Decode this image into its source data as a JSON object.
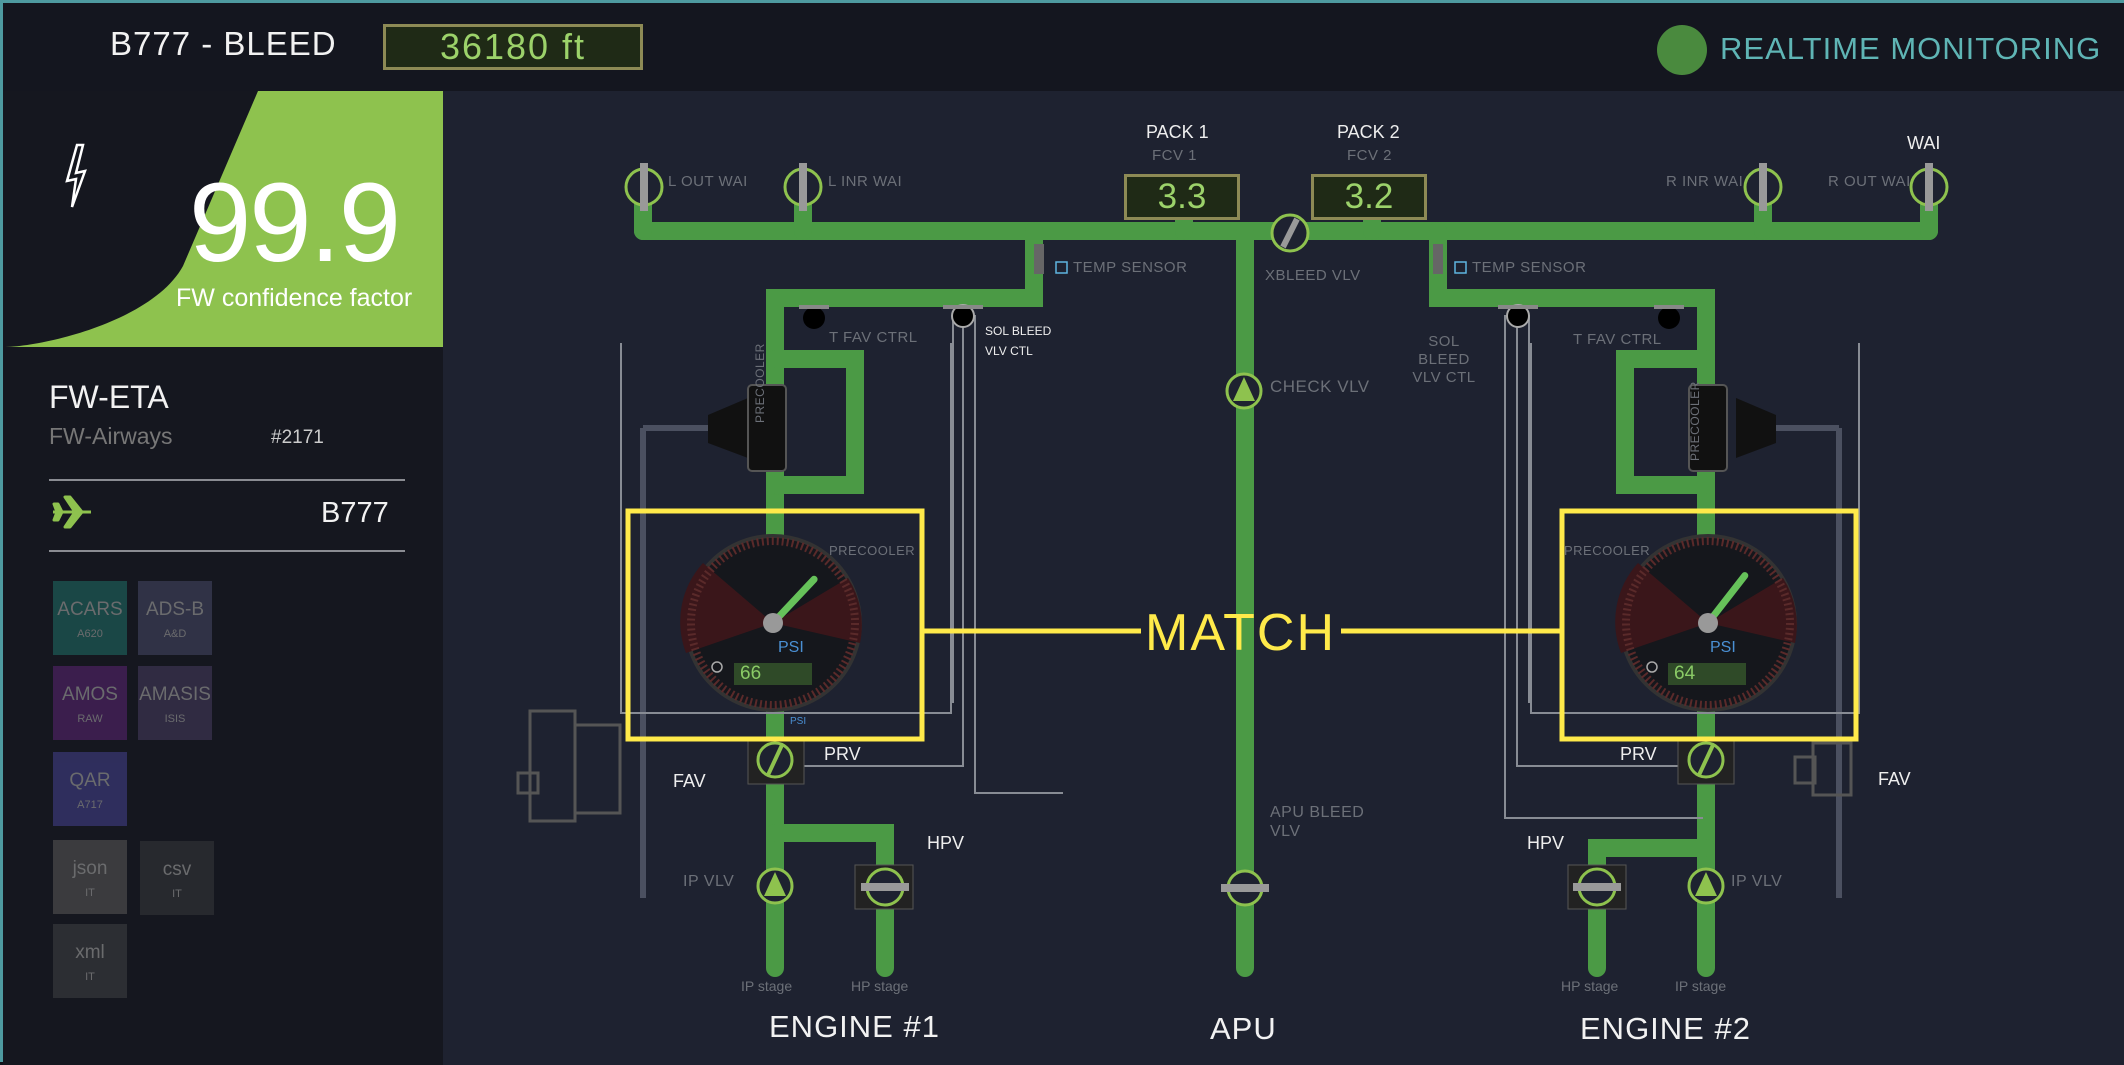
{
  "header": {
    "title": "B777 - BLEED",
    "altitude": "36180 ft",
    "monitoring_label": "REALTIME MONITORING"
  },
  "sidebar": {
    "confidence_value": "99.9",
    "confidence_label": "FW confidence factor",
    "registration": "FW-ETA",
    "airline": "FW-Airways",
    "flight_number": "#2171",
    "aircraft_type": "B777",
    "sources": [
      {
        "label": "ACARS",
        "sub": "A620",
        "color": "#1d5a55"
      },
      {
        "label": "ADS-B",
        "sub": "A&D",
        "color": "#3b3d55"
      },
      {
        "label": "AMOS",
        "sub": "RAW",
        "color": "#4a2260"
      },
      {
        "label": "AMASIS",
        "sub": "ISIS",
        "color": "#3b3350"
      },
      {
        "label": "QAR",
        "sub": "A717",
        "color": "#3a3875"
      },
      {
        "label": "json",
        "sub": "IT",
        "color": "#4a4a4a"
      },
      {
        "label": "csv",
        "sub": "IT",
        "color": "#2f3135"
      },
      {
        "label": "xml",
        "sub": "IT",
        "color": "#36383c"
      }
    ]
  },
  "diagram": {
    "pack1": "PACK 1",
    "pack2": "PACK 2",
    "fcv1_label": "FCV 1",
    "fcv2_label": "FCV 2",
    "fcv1_value": "3.3",
    "fcv2_value": "3.2",
    "wai": "WAI",
    "l_out_wai": "L OUT WAI",
    "l_inr_wai": "L INR WAI",
    "r_inr_wai": "R INR WAI",
    "r_out_wai": "R OUT WAI",
    "temp_sensor_l": "TEMP SENSOR",
    "temp_sensor_r": "TEMP SENSOR",
    "xbleed_vlv": "XBLEED VLV",
    "t_fav_ctrl_l": "T FAV CTRL",
    "t_fav_ctrl_r": "T FAV CTRL",
    "sol_bleed_l": "SOL BLEED VLV CTL",
    "sol_bleed_r": "SOL BLEED VLV CTL",
    "check_vlv": "CHECK VLV",
    "apu_bleed_vlv": "APU BLEED VLV",
    "precooler": "PRECOOLER",
    "precooler_gauge_l": "PRECOOLER",
    "precooler_gauge_r": "PRECOOLER",
    "psi_unit": "PSI",
    "psi_small": "PSI",
    "engine1_psi": "66",
    "engine2_psi": "64",
    "engine1_psi_level": 0.66,
    "engine2_psi_level": 0.64,
    "prv_l": "PRV",
    "prv_r": "PRV",
    "fav_l": "FAV",
    "fav_r": "FAV",
    "hpv_l": "HPV",
    "hpv_r": "HPV",
    "ip_vlv_l": "IP VLV",
    "ip_vlv_r": "IP VLV",
    "ip_stage_l": "IP stage",
    "hp_stage_l": "HP stage",
    "hp_stage_r": "HP stage",
    "ip_stage_r": "IP stage",
    "engine1": "ENGINE #1",
    "apu": "APU",
    "engine2": "ENGINE #2",
    "match": "MATCH",
    "colors": {
      "duct": "#4b9a45",
      "highlight": "#ffea4a",
      "readout": "#9cd26a",
      "accent": "#8ec24e"
    }
  }
}
